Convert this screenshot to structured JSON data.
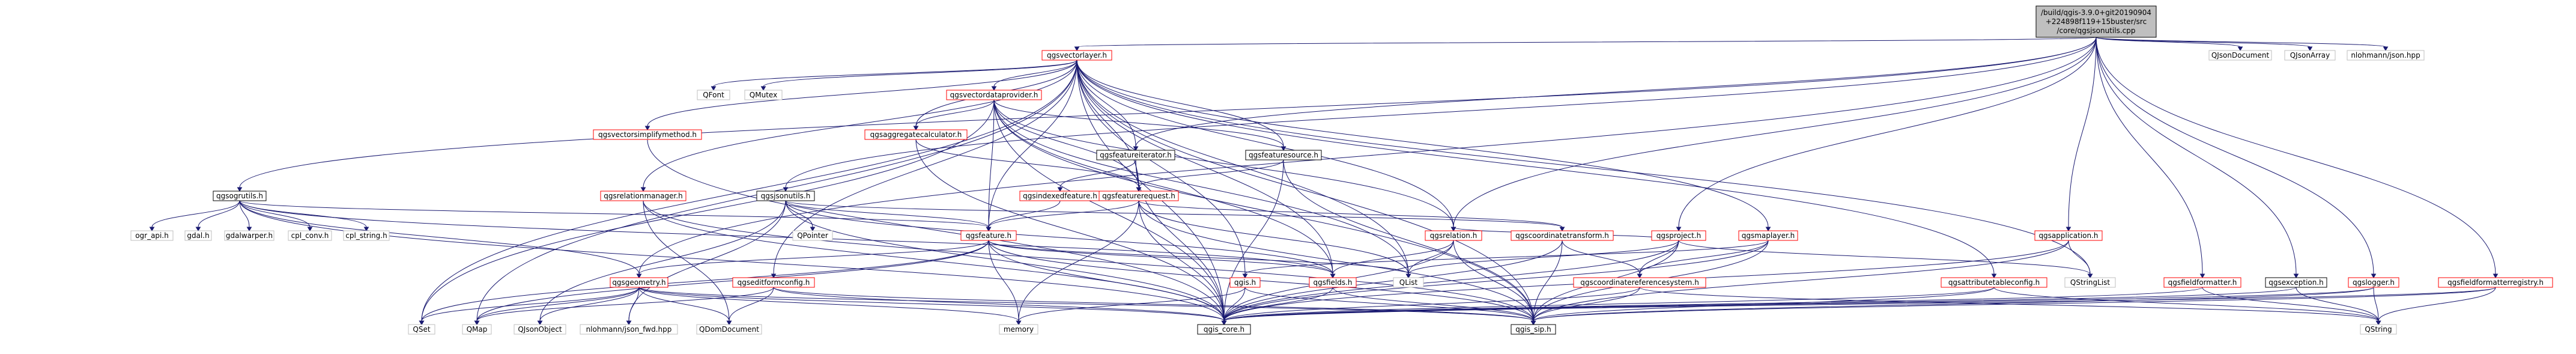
{
  "diagram": {
    "colors": {
      "root_fill": "#bfbfbf",
      "root_border": "#000000",
      "documented_fill": "#ffffff",
      "documented_border": "#000000",
      "red_border": "#ff0000",
      "external_border": "#bfbfbf",
      "edge": "#191970"
    },
    "nodes": [
      {
        "id": "root",
        "lines": [
          "/build/qgis-3.9.0+git20190904",
          "+224898f119+15buster/src",
          "/core/qgsjsonutils.cpp"
        ],
        "kind": "root"
      },
      {
        "id": "qgsvectorlayer",
        "lines": [
          "qgsvectorlayer.h"
        ],
        "kind": "red"
      },
      {
        "id": "qgsogrutils",
        "lines": [
          "qgsogrutils.h"
        ],
        "kind": "documented"
      },
      {
        "id": "qgsvectordataprovider",
        "lines": [
          "qgsvectordataprovider.h"
        ],
        "kind": "red"
      },
      {
        "id": "qjsondocument",
        "lines": [
          "QJsonDocument"
        ],
        "kind": "external"
      },
      {
        "id": "qjsonarray",
        "lines": [
          "QJsonArray"
        ],
        "kind": "external"
      },
      {
        "id": "nlohmann_json",
        "lines": [
          "nlohmann/json.hpp"
        ],
        "kind": "external"
      },
      {
        "id": "qfont",
        "lines": [
          "QFont"
        ],
        "kind": "external"
      },
      {
        "id": "qmutex",
        "lines": [
          "QMutex"
        ],
        "kind": "external"
      },
      {
        "id": "qgsvectorsimplifymethod",
        "lines": [
          "qgsvectorsimplifymethod.h"
        ],
        "kind": "red"
      },
      {
        "id": "qgsaggregatecalculator",
        "lines": [
          "qgsaggregatecalculator.h"
        ],
        "kind": "red"
      },
      {
        "id": "qgsfeatureiterator",
        "lines": [
          "qgsfeatureiterator.h"
        ],
        "kind": "documented"
      },
      {
        "id": "qgsfeaturesource",
        "lines": [
          "qgsfeaturesource.h"
        ],
        "kind": "documented"
      },
      {
        "id": "qgsrelationmanager",
        "lines": [
          "qgsrelationmanager.h"
        ],
        "kind": "red"
      },
      {
        "id": "qgsjsonutils",
        "lines": [
          "qgsjsonutils.h"
        ],
        "kind": "documented"
      },
      {
        "id": "qgsindexedfeature",
        "lines": [
          "qgsindexedfeature.h"
        ],
        "kind": "red"
      },
      {
        "id": "qgsfeaturerequest",
        "lines": [
          "qgsfeaturerequest.h"
        ],
        "kind": "red"
      },
      {
        "id": "ogr_api",
        "lines": [
          "ogr_api.h"
        ],
        "kind": "external"
      },
      {
        "id": "gdal",
        "lines": [
          "gdal.h"
        ],
        "kind": "external"
      },
      {
        "id": "gdalwarper",
        "lines": [
          "gdalwarper.h"
        ],
        "kind": "external"
      },
      {
        "id": "cpl_conv",
        "lines": [
          "cpl_conv.h"
        ],
        "kind": "external"
      },
      {
        "id": "cpl_string",
        "lines": [
          "cpl_string.h"
        ],
        "kind": "external"
      },
      {
        "id": "qpointer",
        "lines": [
          "QPointer"
        ],
        "kind": "external"
      },
      {
        "id": "qgsfeature",
        "lines": [
          "qgsfeature.h"
        ],
        "kind": "red"
      },
      {
        "id": "qgsrelation",
        "lines": [
          "qgsrelation.h"
        ],
        "kind": "red"
      },
      {
        "id": "qgscoordinatetransform",
        "lines": [
          "qgscoordinatetransform.h"
        ],
        "kind": "red"
      },
      {
        "id": "qgsproject",
        "lines": [
          "qgsproject.h"
        ],
        "kind": "red"
      },
      {
        "id": "qgsmaplayer",
        "lines": [
          "qgsmaplayer.h"
        ],
        "kind": "red"
      },
      {
        "id": "qgsapplication",
        "lines": [
          "qgsapplication.h"
        ],
        "kind": "red"
      },
      {
        "id": "qgsgeometry",
        "lines": [
          "qgsgeometry.h"
        ],
        "kind": "red"
      },
      {
        "id": "qgseditformconfig",
        "lines": [
          "qgseditformconfig.h"
        ],
        "kind": "red"
      },
      {
        "id": "qgis",
        "lines": [
          "qgis.h"
        ],
        "kind": "red"
      },
      {
        "id": "qgsfields",
        "lines": [
          "qgsfields.h"
        ],
        "kind": "red"
      },
      {
        "id": "qlist",
        "lines": [
          "QList"
        ],
        "kind": "external"
      },
      {
        "id": "qgscoordinatereferencesystem",
        "lines": [
          "qgscoordinatereferencesystem.h"
        ],
        "kind": "red"
      },
      {
        "id": "qstringlist",
        "lines": [
          "QStringList"
        ],
        "kind": "external"
      },
      {
        "id": "qgsattributetableconfig",
        "lines": [
          "qgsattributetableconfig.h"
        ],
        "kind": "red"
      },
      {
        "id": "qgsfieldformatter",
        "lines": [
          "qgsfieldformatter.h"
        ],
        "kind": "red"
      },
      {
        "id": "qgsexception",
        "lines": [
          "qgsexception.h"
        ],
        "kind": "documented"
      },
      {
        "id": "qgslogger",
        "lines": [
          "qgslogger.h"
        ],
        "kind": "red"
      },
      {
        "id": "qgsfieldformatterregistry",
        "lines": [
          "qgsfieldformatterregistry.h"
        ],
        "kind": "red"
      },
      {
        "id": "qset",
        "lines": [
          "QSet"
        ],
        "kind": "external"
      },
      {
        "id": "qmap",
        "lines": [
          "QMap"
        ],
        "kind": "external"
      },
      {
        "id": "qjsonobject",
        "lines": [
          "QJsonObject"
        ],
        "kind": "external"
      },
      {
        "id": "nlohmann_json_fwd",
        "lines": [
          "nlohmann/json_fwd.hpp"
        ],
        "kind": "external"
      },
      {
        "id": "qdomdocument",
        "lines": [
          "QDomDocument"
        ],
        "kind": "external"
      },
      {
        "id": "memory",
        "lines": [
          "memory"
        ],
        "kind": "external"
      },
      {
        "id": "qgis_core",
        "lines": [
          "qgis_core.h"
        ],
        "kind": "documented"
      },
      {
        "id": "qgis_sip",
        "lines": [
          "qgis_sip.h"
        ],
        "kind": "documented"
      },
      {
        "id": "qstring",
        "lines": [
          "QString"
        ],
        "kind": "external"
      }
    ],
    "edges": [
      [
        "root",
        "qgsvectorlayer"
      ],
      [
        "root",
        "qgsogrutils"
      ],
      [
        "root",
        "qjsondocument"
      ],
      [
        "root",
        "qjsonarray"
      ],
      [
        "root",
        "nlohmann_json"
      ],
      [
        "root",
        "qgsfeatureiterator"
      ],
      [
        "root",
        "qgsrelation"
      ],
      [
        "root",
        "qgsproject"
      ],
      [
        "root",
        "qgsapplication"
      ],
      [
        "root",
        "qgsjsonutils"
      ],
      [
        "root",
        "qgsgeometry"
      ],
      [
        "root",
        "qgsexception"
      ],
      [
        "root",
        "qgslogger"
      ],
      [
        "root",
        "qgsfieldformatterregistry"
      ],
      [
        "root",
        "qgsfieldformatter"
      ],
      [
        "qgsvectorlayer",
        "qgsvectordataprovider"
      ],
      [
        "qgsvectorlayer",
        "qfont"
      ],
      [
        "qgsvectorlayer",
        "qmutex"
      ],
      [
        "qgsvectorlayer",
        "qgsvectorsimplifymethod"
      ],
      [
        "qgsvectorlayer",
        "qgsaggregatecalculator"
      ],
      [
        "qgsvectorlayer",
        "qgsfeatureiterator"
      ],
      [
        "qgsvectorlayer",
        "qgsfeaturesource"
      ],
      [
        "qgsvectorlayer",
        "qgsrelationmanager"
      ],
      [
        "qgsvectorlayer",
        "qgsfeaturerequest"
      ],
      [
        "qgsvectorlayer",
        "qgsfeature"
      ],
      [
        "qgsvectorlayer",
        "qgsmaplayer"
      ],
      [
        "qgsvectorlayer",
        "qgseditformconfig"
      ],
      [
        "qgsvectorlayer",
        "qgsattributetableconfig"
      ],
      [
        "qgsvectorlayer",
        "qgsfields"
      ],
      [
        "qgsvectorlayer",
        "qgis"
      ],
      [
        "qgsvectorlayer",
        "qset"
      ],
      [
        "qgsvectorlayer",
        "qmap"
      ],
      [
        "qgsvectorlayer",
        "qlist"
      ],
      [
        "qgsvectorlayer",
        "qstringlist"
      ],
      [
        "qgsvectorlayer",
        "qgis_core"
      ],
      [
        "qgsvectorlayer",
        "qgis_sip"
      ],
      [
        "qgsvectorlayer",
        "qgsrelation"
      ],
      [
        "qgsvectordataprovider",
        "qgsfeaturesource"
      ],
      [
        "qgsvectordataprovider",
        "qgsaggregatecalculator"
      ],
      [
        "qgsvectordataprovider",
        "qgsfeaturerequest"
      ],
      [
        "qgsvectordataprovider",
        "qgsfeature"
      ],
      [
        "qgsvectordataprovider",
        "qgsrelation"
      ],
      [
        "qgsvectordataprovider",
        "qgis_core"
      ],
      [
        "qgsvectordataprovider",
        "qset"
      ],
      [
        "qgsvectordataprovider",
        "qgsfields"
      ],
      [
        "qgsvectordataprovider",
        "qgis_sip"
      ],
      [
        "qgsvectordataprovider",
        "qlist"
      ],
      [
        "qgsaggregatecalculator",
        "qgsfeaturerequest"
      ],
      [
        "qgsaggregatecalculator",
        "qgis_core"
      ],
      [
        "qgsfeatureiterator",
        "qgsfeaturerequest"
      ],
      [
        "qgsfeatureiterator",
        "qgsindexedfeature"
      ],
      [
        "qgsfeatureiterator",
        "qgis_core"
      ],
      [
        "qgsfeaturesource",
        "qgsfeaturerequest"
      ],
      [
        "qgsfeaturesource",
        "qgis_core"
      ],
      [
        "qgsfeaturesource",
        "qgis_sip"
      ],
      [
        "qgsindexedfeature",
        "qgsfeature"
      ],
      [
        "qgsfeaturerequest",
        "qgsfeature"
      ],
      [
        "qgsfeaturerequest",
        "qgis_core"
      ],
      [
        "qgsfeaturerequest",
        "qgis_sip"
      ],
      [
        "qgsfeaturerequest",
        "qgscoordinatetransform"
      ],
      [
        "qgsfeaturerequest",
        "memory"
      ],
      [
        "qgsfeaturerequest",
        "qlist"
      ],
      [
        "qgsvectorsimplifymethod",
        "qgis_core"
      ],
      [
        "qgsrelationmanager",
        "qgis_core"
      ],
      [
        "qgsrelationmanager",
        "qgis_sip"
      ],
      [
        "qgsrelationmanager",
        "qdomdocument"
      ],
      [
        "qgsjsonutils",
        "qgsfeature"
      ],
      [
        "qgsjsonutils",
        "qgscoordinatetransform"
      ],
      [
        "qgsjsonutils",
        "qpointer"
      ],
      [
        "qgsjsonutils",
        "qjsonobject"
      ],
      [
        "qgsjsonutils",
        "nlohmann_json_fwd"
      ],
      [
        "qgsjsonutils",
        "qgis_core"
      ],
      [
        "qgsjsonutils",
        "qgsfields"
      ],
      [
        "qgsogrutils",
        "ogr_api"
      ],
      [
        "qgsogrutils",
        "gdal"
      ],
      [
        "qgsogrutils",
        "gdalwarper"
      ],
      [
        "qgsogrutils",
        "cpl_conv"
      ],
      [
        "qgsogrutils",
        "cpl_string"
      ],
      [
        "qgsogrutils",
        "qgsfeature"
      ],
      [
        "qgsogrutils",
        "qgis_core"
      ],
      [
        "qgsogrutils",
        "qgsfields"
      ],
      [
        "qgsogrutils",
        "qgsgeometry"
      ],
      [
        "qgsfeature",
        "qgsgeometry"
      ],
      [
        "qgsfeature",
        "qgsfields"
      ],
      [
        "qgsfeature",
        "qgis_core"
      ],
      [
        "qgsfeature",
        "qgis_sip"
      ],
      [
        "qgsfeature",
        "qset"
      ],
      [
        "qgsfeature",
        "qmap"
      ],
      [
        "qgsfeature",
        "memory"
      ],
      [
        "qgsfeature",
        "qlist"
      ],
      [
        "qgsrelation",
        "qgis_core"
      ],
      [
        "qgsrelation",
        "qgis_sip"
      ],
      [
        "qgsrelation",
        "qlist"
      ],
      [
        "qgsrelation",
        "qgsfields"
      ],
      [
        "qgscoordinatetransform",
        "qgscoordinatereferencesystem"
      ],
      [
        "qgscoordinatetransform",
        "qgis_core"
      ],
      [
        "qgscoordinatetransform",
        "qgis_sip"
      ],
      [
        "qgsproject",
        "qgscoordinatereferencesystem"
      ],
      [
        "qgsproject",
        "qgis_core"
      ],
      [
        "qgsproject",
        "qgis_sip"
      ],
      [
        "qgsproject",
        "qlist"
      ],
      [
        "qgsproject",
        "qstringlist"
      ],
      [
        "qgsproject",
        "qgsrelation"
      ],
      [
        "qgsmaplayer",
        "qgscoordinatereferencesystem"
      ],
      [
        "qgsmaplayer",
        "qgis_core"
      ],
      [
        "qgsmaplayer",
        "qgis_sip"
      ],
      [
        "qgsmaplayer",
        "qgis"
      ],
      [
        "qgsapplication",
        "qgis_core"
      ],
      [
        "qgsapplication",
        "qgis_sip"
      ],
      [
        "qgsapplication",
        "qstringlist"
      ],
      [
        "qgsgeometry",
        "qgis_core"
      ],
      [
        "qgsgeometry",
        "qgis_sip"
      ],
      [
        "qgsgeometry",
        "qset"
      ],
      [
        "qgsgeometry",
        "qmap"
      ],
      [
        "qgsgeometry",
        "qjsonobject"
      ],
      [
        "qgsgeometry",
        "nlohmann_json_fwd"
      ],
      [
        "qgsgeometry",
        "qdomdocument"
      ],
      [
        "qgsgeometry",
        "memory"
      ],
      [
        "qgseditformconfig",
        "qgis_core"
      ],
      [
        "qgseditformconfig",
        "qgis_sip"
      ],
      [
        "qgseditformconfig",
        "qmap"
      ],
      [
        "qgseditformconfig",
        "qdomdocument"
      ],
      [
        "qgis",
        "qgis_core"
      ],
      [
        "qgis",
        "qgis_sip"
      ],
      [
        "qgis",
        "memory"
      ],
      [
        "qgsfields",
        "qgis_core"
      ],
      [
        "qgsfields",
        "qgis_sip"
      ],
      [
        "qgscoordinatereferencesystem",
        "qgis_core"
      ],
      [
        "qgscoordinatereferencesystem",
        "qgis_sip"
      ],
      [
        "qgscoordinatereferencesystem",
        "qstring"
      ],
      [
        "qgsattributetableconfig",
        "qgis_core"
      ],
      [
        "qgsattributetableconfig",
        "qgis_sip"
      ],
      [
        "qgsattributetableconfig",
        "qstring"
      ],
      [
        "qgsfieldformatter",
        "qgis_core"
      ],
      [
        "qgsfieldformatter",
        "qstring"
      ],
      [
        "qgsexception",
        "qgis_core"
      ],
      [
        "qgsexception",
        "qstring"
      ],
      [
        "qgslogger",
        "qgis_core"
      ],
      [
        "qgslogger",
        "qstring"
      ],
      [
        "qgslogger",
        "qgis_sip"
      ],
      [
        "qgsfieldformatterregistry",
        "qgis_core"
      ],
      [
        "qgsfieldformatterregistry",
        "qgis_sip"
      ],
      [
        "qgsfieldformatterregistry",
        "qstring"
      ]
    ]
  }
}
